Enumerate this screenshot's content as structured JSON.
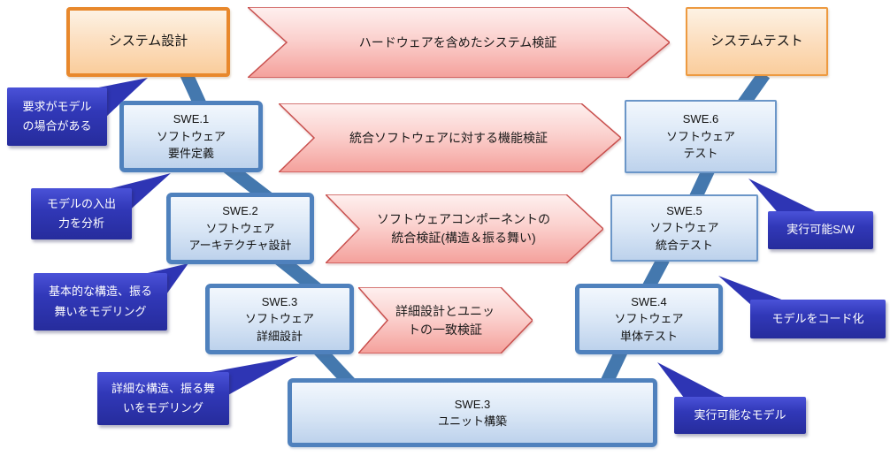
{
  "colors": {
    "process_border": "#4F81BD",
    "process_fill_top": "#F2F7FD",
    "process_fill_bottom": "#BDD2EC",
    "phase_border": "#E8882C",
    "phase_fill_top": "#FDF2E4",
    "phase_fill_bottom": "#FACD9C",
    "arrow_border": "#C9504E",
    "arrow_fill_top": "#FEF0EF",
    "arrow_fill_bottom": "#F4A09B",
    "connector": "#4478AE",
    "callout_fill": "#2E35B4",
    "callout_text": "#FFFFFF"
  },
  "phases": {
    "system_design": "システム設計",
    "system_test": "システムテスト"
  },
  "processes": {
    "swe1": "SWE.1\nソフトウェア\n要件定義",
    "swe2": "SWE.2\nソフトウェア\nアーキテクチャ設計",
    "swe3_detail": "SWE.3\nソフトウェア\n詳細設計",
    "swe3_unit": "SWE.3\nユニット構築",
    "swe4": "SWE.4\nソフトウェア\n単体テスト",
    "swe5": "SWE.5\nソフトウェア\n統合テスト",
    "swe6": "SWE.6\nソフトウェア\nテスト"
  },
  "verification_arrows": {
    "system": "ハードウェアを含めたシステム検証",
    "functional": "統合ソフトウェアに対する機能検証",
    "integration": "ソフトウェアコンポーネントの\n統合検証(構造＆振る舞い)",
    "unit": "詳細設計とユニッ\nトの一致検証"
  },
  "callouts": {
    "left": [
      "要求がモデル\nの場合がある",
      "モデルの入出\n力を分析",
      "基本的な構造、振る\n舞いをモデリング",
      "詳細な構造、振る舞\nいをモデリング"
    ],
    "right": [
      "実行可能S/W",
      "モデルをコード化",
      "実行可能なモデル"
    ]
  }
}
